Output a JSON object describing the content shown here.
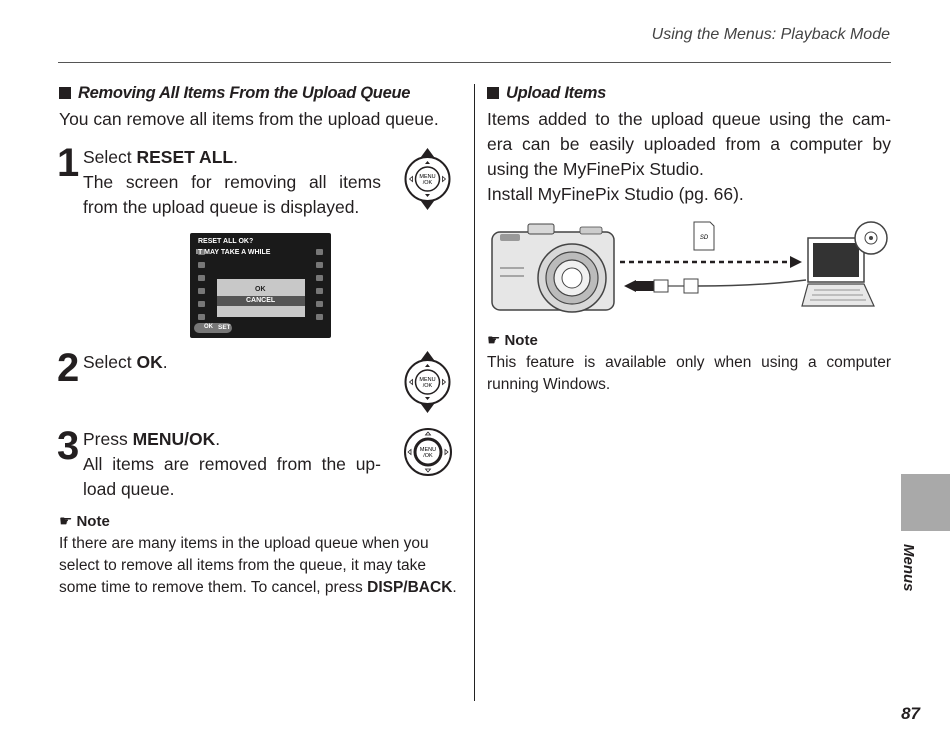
{
  "header": {
    "title": "Using the Menus: Playback Mode"
  },
  "left": {
    "section_title": "Removing All Items From the Upload Queue",
    "intro": "You can remove all items from the upload queue.",
    "step1": {
      "num": "1",
      "text_pre": "Select ",
      "keyword": "RESET ALL",
      "text_post": ".",
      "desc_l1": "The screen for removing all items",
      "desc_l2": "from the upload queue is displayed."
    },
    "screen": {
      "title": "RESET ALL OK?",
      "subtitle": "IT MAY TAKE A WHILE",
      "option_ok": "OK",
      "option_cancel": "CANCEL",
      "set_label": "SET",
      "ok_key": "OK"
    },
    "step2": {
      "num": "2",
      "text_pre": "Select ",
      "keyword": "OK",
      "text_post": "."
    },
    "step3": {
      "num": "3",
      "text_pre": "Press ",
      "keyword": "MENU/OK",
      "text_post": ".",
      "desc_l1": "All items are removed from the up-",
      "desc_l2": "load queue."
    },
    "note": {
      "title": "Note",
      "line1": "If there are many items in the upload queue when you",
      "line2": "select to remove all items from the queue, it may take",
      "line3_pre": "some time to remove them. To cancel, press ",
      "line3_kw": "DISP/BACK",
      "line3_post": "."
    }
  },
  "right": {
    "section_title": "Upload Items",
    "line1": "Items added to the upload queue using the cam-",
    "line2": "era can be easily uploaded from a computer by",
    "line3": "using the MyFinePix Studio.",
    "line4": "Install MyFinePix Studio (pg. 66).",
    "note": {
      "title": "Note",
      "line1": "This feature is available only when using a computer",
      "line2": "running Windows."
    }
  },
  "dial": {
    "center_l1": "MENU",
    "center_l2": "/OK"
  },
  "side_tab": {
    "label": "Menus"
  },
  "page_number": "87"
}
